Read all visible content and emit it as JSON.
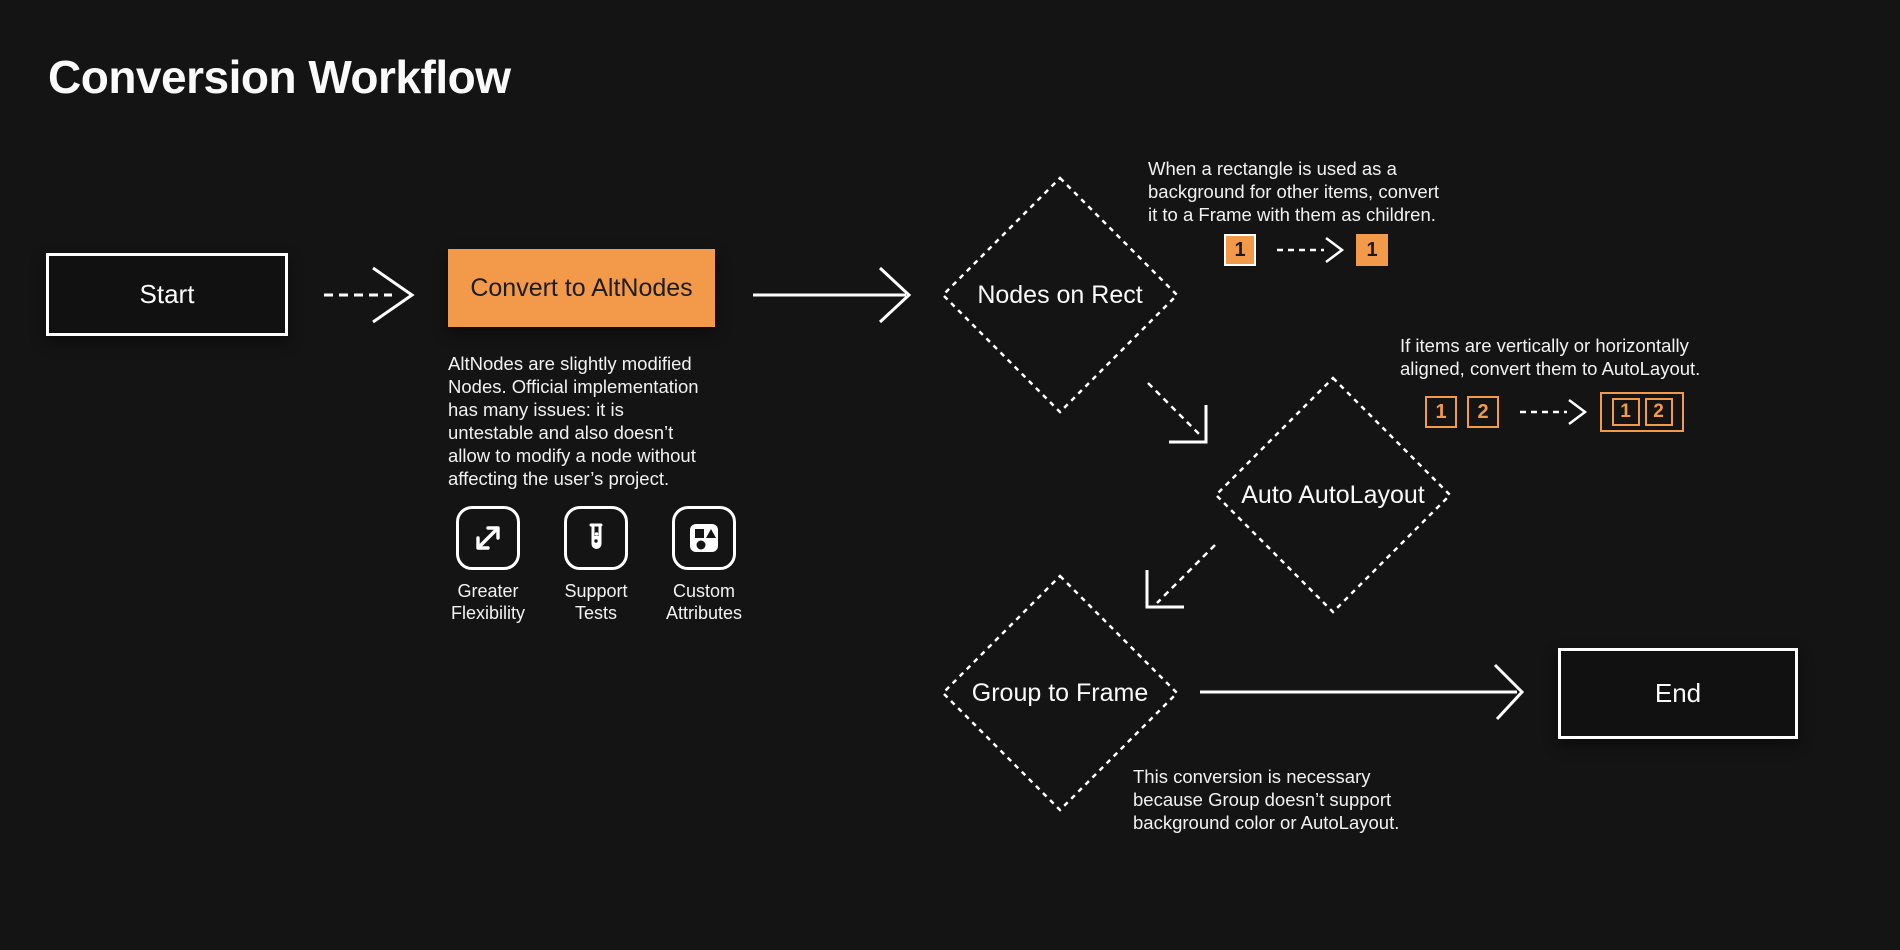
{
  "page": {
    "title": "Conversion Workflow",
    "background_color": "#141414",
    "accent_color": "#F2994A",
    "text_color": "#FFFFFF"
  },
  "flow": {
    "start": {
      "label": "Start"
    },
    "convert": {
      "label": "Convert to AltNodes",
      "description": "AltNodes are slightly modified\nNodes. Official implementation\nhas many issues: it is\nuntestable and also doesn’t\nallow to modify a node without\naffecting the user’s project."
    },
    "features": [
      {
        "icon": "expand-arrows-icon",
        "label": "Greater\nFlexibility"
      },
      {
        "icon": "test-tube-icon",
        "label": "Support\nTests"
      },
      {
        "icon": "shapes-icon",
        "label": "Custom\nAttributes"
      }
    ],
    "nodes_on_rect": {
      "label": "Nodes on Rect",
      "note": "When a rectangle is used as a\nbackground for other items, convert\nit to a Frame with them as children.",
      "diagram": {
        "rect_label": "1",
        "frame_label": "1"
      }
    },
    "auto_autolayout": {
      "label": "Auto AutoLayout",
      "note": "If items are vertically or horizontally\naligned, convert them to AutoLayout.",
      "diagram": {
        "item1": "1",
        "item2": "2",
        "result_item1": "1",
        "result_item2": "2"
      }
    },
    "group_to_frame": {
      "label": "Group to Frame",
      "note": "This conversion is necessary\nbecause Group doesn’t support\nbackground color or AutoLayout."
    },
    "end": {
      "label": "End"
    }
  }
}
